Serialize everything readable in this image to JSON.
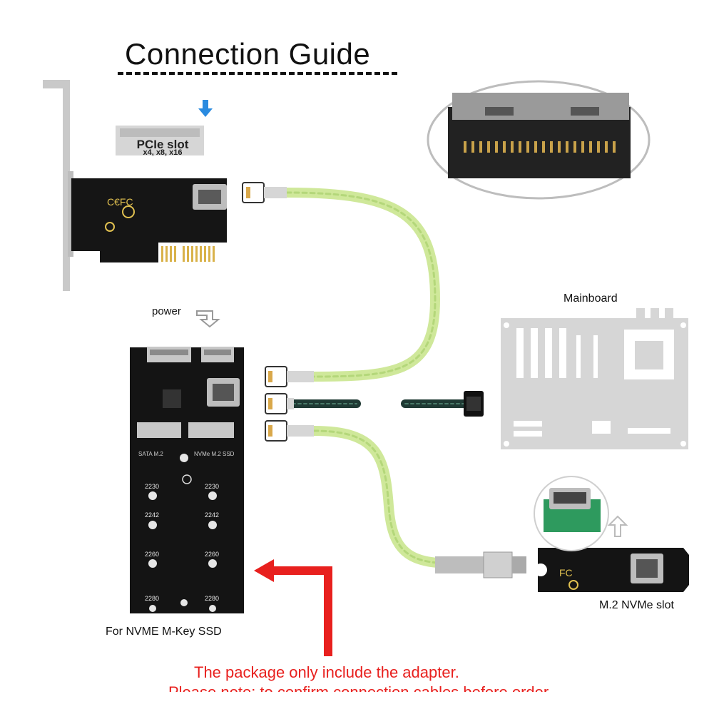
{
  "title": "Connection Guide",
  "pcie_slot": {
    "label": "PCIe slot",
    "sub": "x4, x8, x16"
  },
  "labels": {
    "power": "power",
    "mainboard": "Mainboard",
    "nvme_ssd": "For NVME M-Key SSD",
    "m2_slot": "M.2 NVMe slot",
    "sata_m2": "SATA M.2",
    "nvme_m2": "NVMe M.2 SSD",
    "sizes": [
      "2230",
      "2242",
      "2260",
      "2280"
    ]
  },
  "notice": {
    "line1": "The package only include the adapter.",
    "line2": "Please note: to confirm connection cables before order"
  },
  "colors": {
    "cable": "#cfe89a",
    "arrow": "#e8201e",
    "pcb": "#141414",
    "gray": "#d2d2d2"
  }
}
